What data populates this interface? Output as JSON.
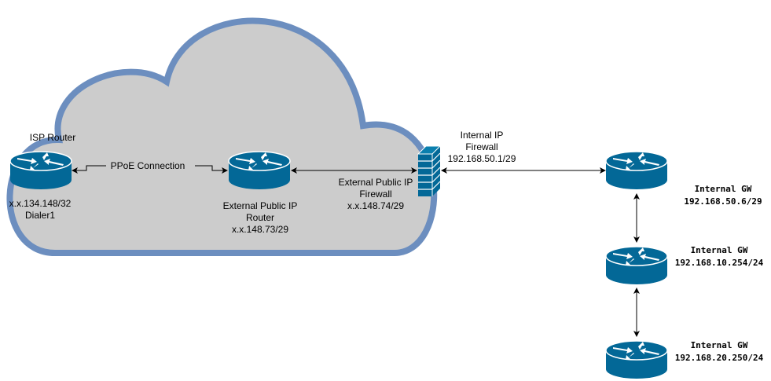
{
  "colors": {
    "cloud_fill": "#cccccc",
    "cloud_stroke": "#6c8ebf",
    "device": "#036897"
  },
  "nodes": {
    "isp_router": {
      "title": "ISP Router",
      "ip": "x.x.134.148/32",
      "iface": "Dialer1"
    },
    "ext_router": {
      "line1": "External Public IP",
      "line2": "Router",
      "ip": "x.x.148.73/29"
    },
    "firewall_ext": {
      "line1": "External Public IP",
      "line2": "Firewall",
      "ip": "x.x.148.74/29"
    },
    "firewall_int": {
      "line1": "Internal IP",
      "line2": "Firewall",
      "ip": "192.168.50.1/29"
    },
    "gw1": {
      "title": "Internal GW",
      "ip": "192.168.50.6/29"
    },
    "gw2": {
      "title": "Internal GW",
      "ip": "192.168.10.254/24"
    },
    "gw3": {
      "title": "Internal GW",
      "ip": "192.168.20.250/24"
    }
  },
  "links": {
    "ppoe": "PPoE Connection"
  }
}
